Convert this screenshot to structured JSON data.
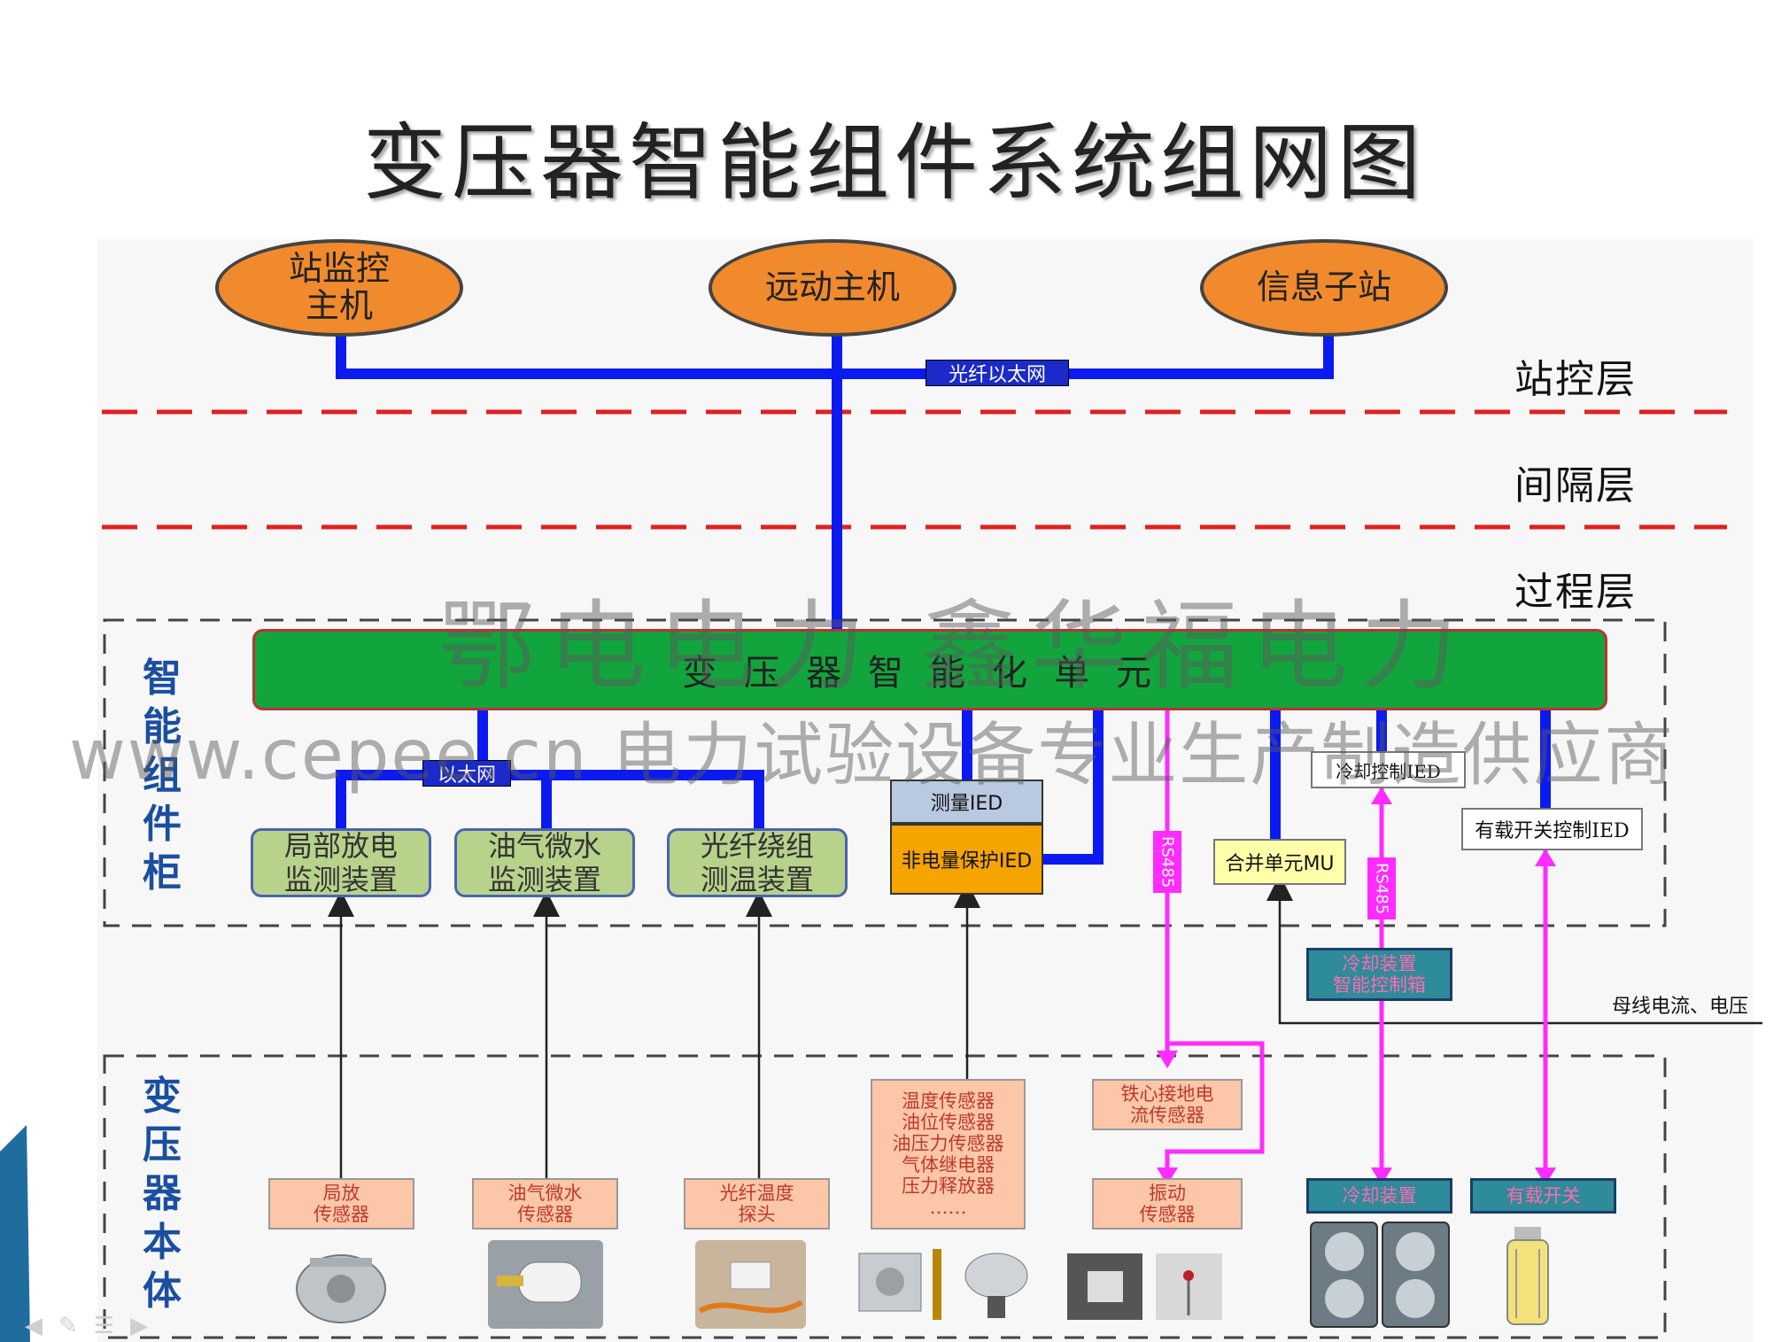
{
  "title": "变压器智能组件系统组网图",
  "stations": [
    {
      "label": "站监控\n主机"
    },
    {
      "label": "远动主机"
    },
    {
      "label": "信息子站"
    }
  ],
  "network_labels": {
    "fiber_ethernet": "光纤以太网",
    "ethernet": "以太网",
    "rs485_a": "RS485",
    "rs485_b": "RS485"
  },
  "layers": {
    "station": "站控层",
    "bay": "间隔层",
    "process": "过程层"
  },
  "cabinet_label": "智\n能\n组\n件\n柜",
  "body_label": "变\n压\n器\n本\n体",
  "intelligent_unit": "变压器智能化单元",
  "monitors": [
    {
      "label": "局部放电\n监测装置"
    },
    {
      "label": "油气微水\n监测装置"
    },
    {
      "label": "光纤绕组\n测温装置"
    }
  ],
  "ieds": {
    "measure": "测量IED",
    "non_electric": "非电量保护IED",
    "merge_unit": "合并单元MU",
    "cooling_ctrl": "冷却控制IED",
    "tap_changer_ctrl": "有载开关控制IED",
    "cooling_box": "冷却装置\n智能控制箱"
  },
  "bus_note": "母线电流、电压",
  "sensors": [
    {
      "label": "局放\n传感器"
    },
    {
      "label": "油气微水\n传感器"
    },
    {
      "label": "光纤温度\n探头"
    },
    {
      "label": "温度传感器\n油位传感器\n油压力传感器\n气体继电器\n压力释放器\n……"
    },
    {
      "label": "铁心接地电\n流传感器"
    },
    {
      "label": "振动\n传感器"
    },
    {
      "label": "冷却装置"
    },
    {
      "label": "有载开关"
    }
  ],
  "watermark": {
    "line1": "鄂电电力 鑫华福电力",
    "line2": "www.cepee.cn 电力试验设备专业生产制造供应商"
  },
  "colors": {
    "oval": "#F08A2C",
    "network_line": "#0A1AF0",
    "rs485_line": "#FF2BFF",
    "layer_divider": "#E02020",
    "unit_green": "#12A53E",
    "device_green": "#B7D28B",
    "non_electric_ied": "#F5A400",
    "measure_ied": "#B9C9E2",
    "merge_unit": "#FFFFAA",
    "sensor_fill": "#FBC7A8",
    "teal_box": "#2E8B9A"
  }
}
